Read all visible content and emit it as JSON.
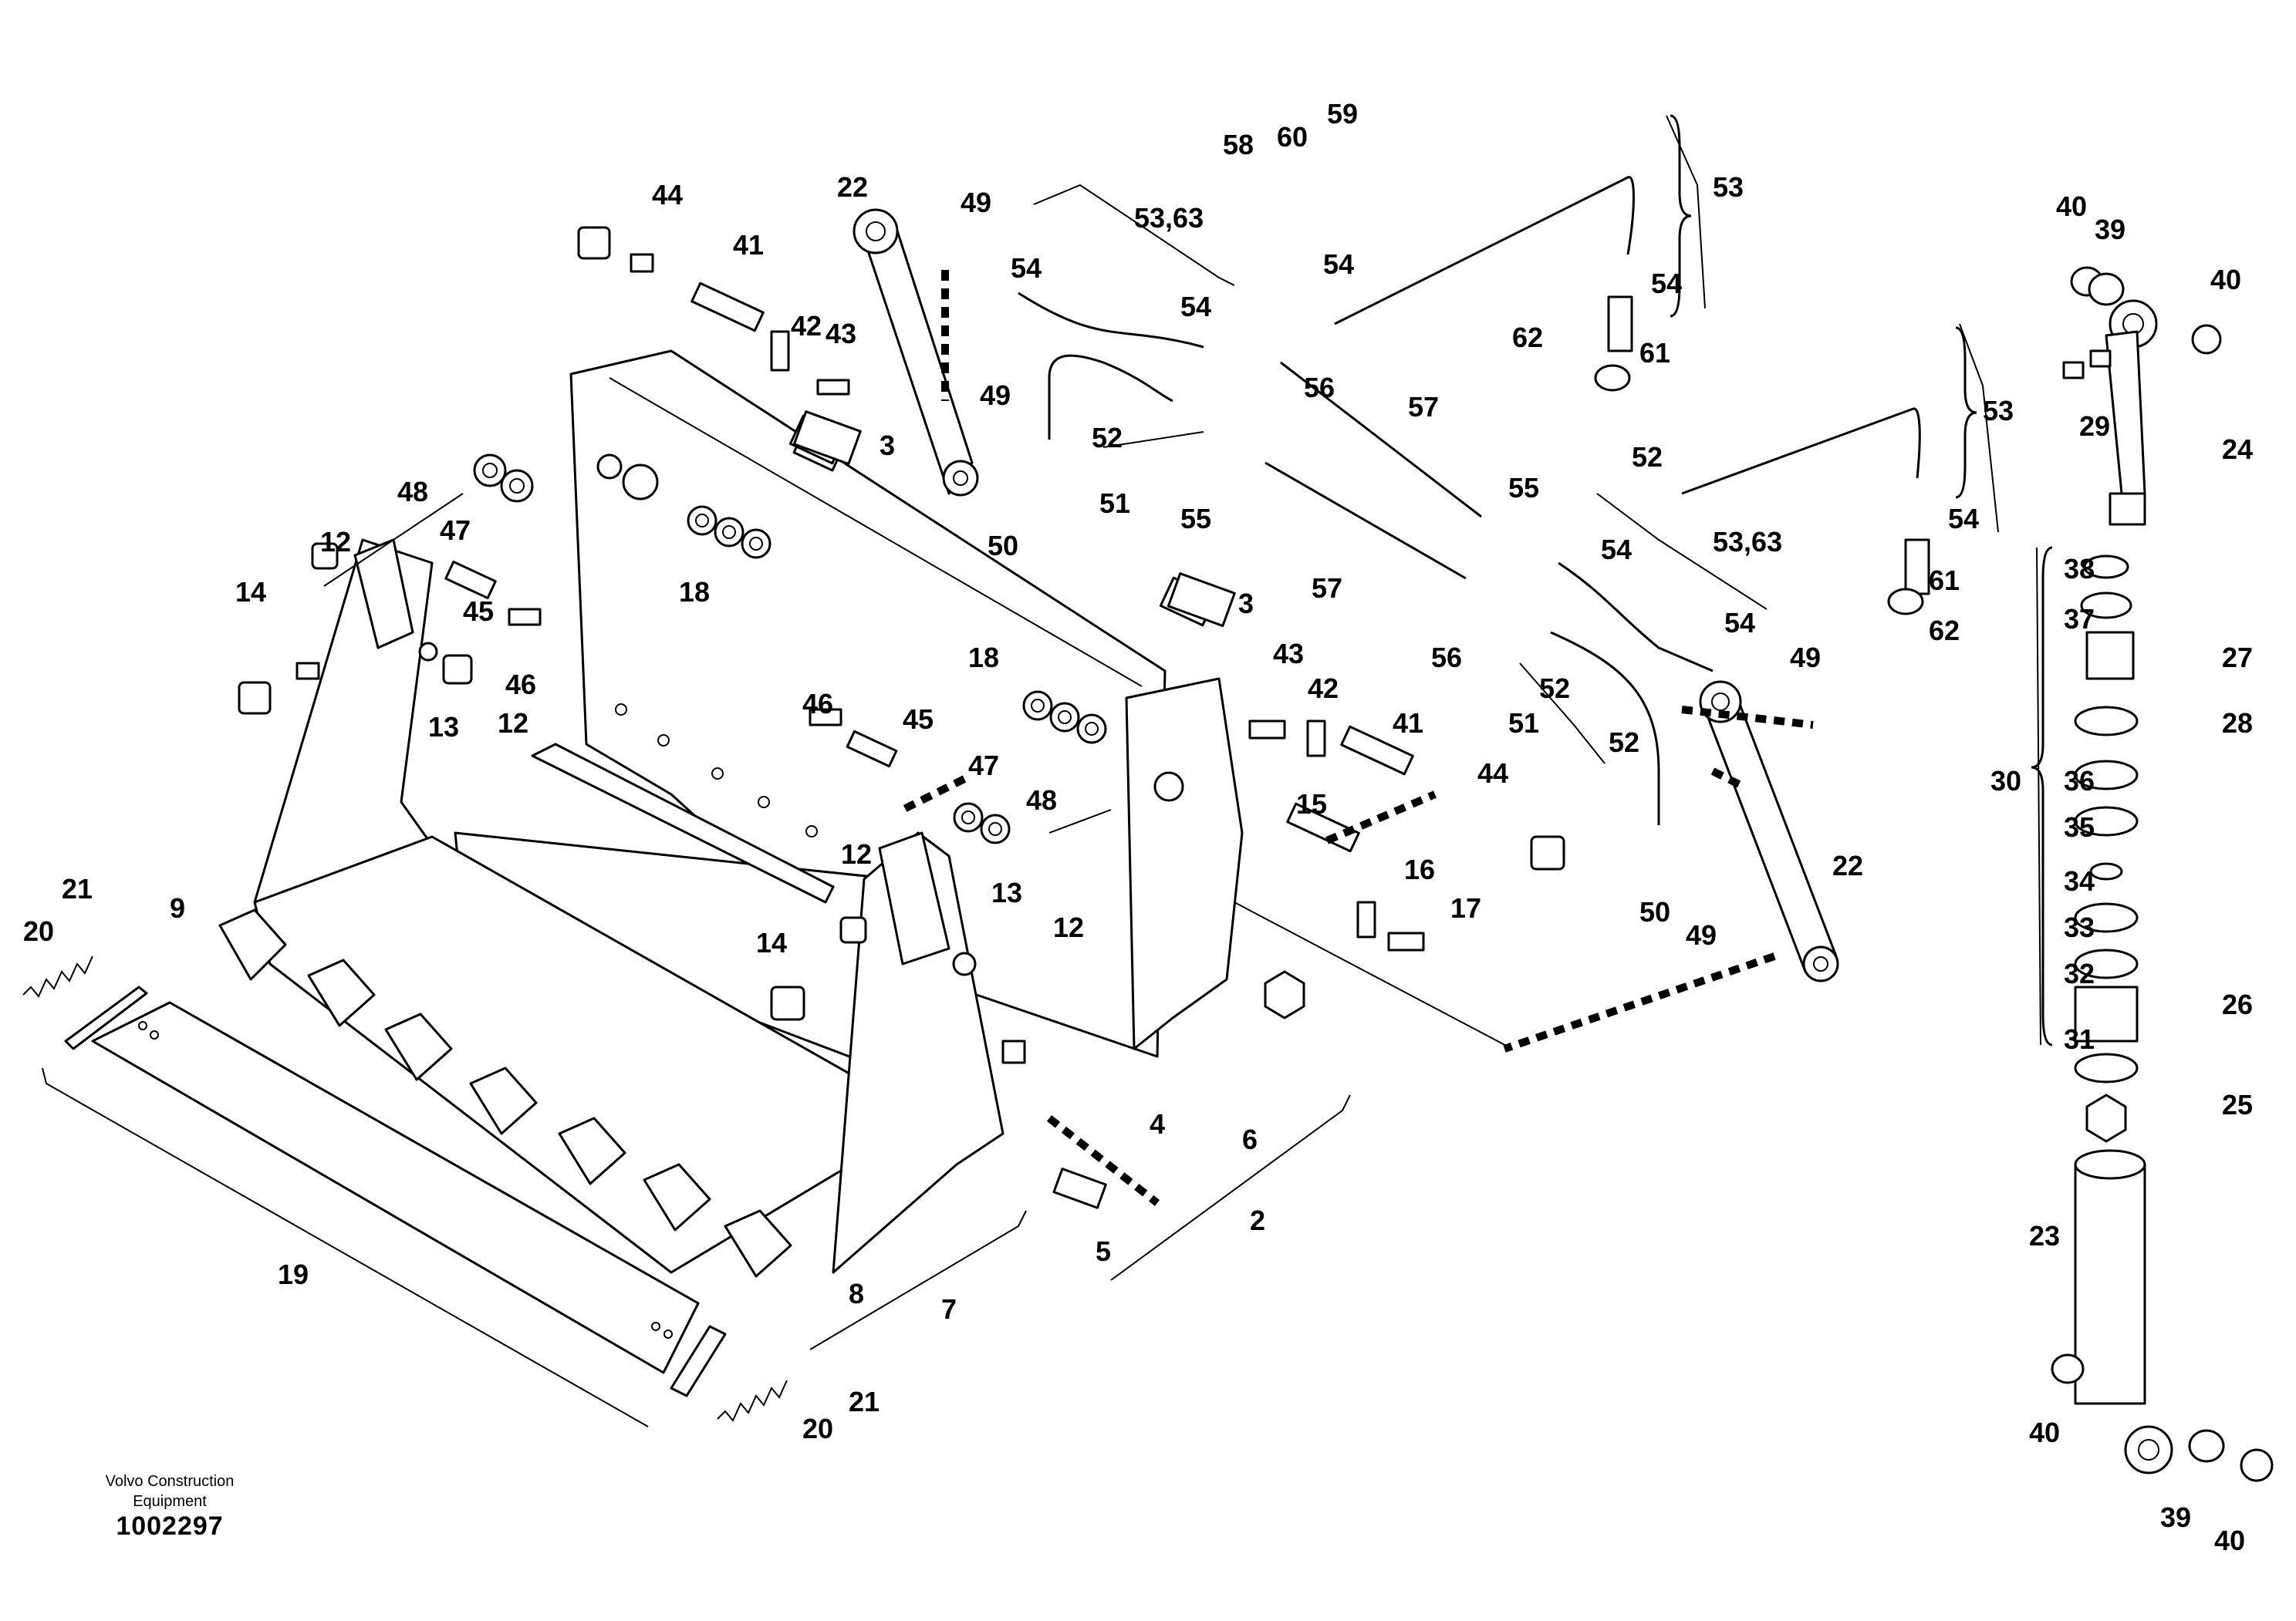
{
  "footer": {
    "company_line1": "Volvo Construction",
    "company_line2": "Equipment",
    "drawing_number": "1002297"
  },
  "callouts": [
    "2",
    "3",
    "3",
    "4",
    "5",
    "6",
    "7",
    "8",
    "9",
    "12",
    "12",
    "12",
    "12",
    "13",
    "13",
    "14",
    "14",
    "15",
    "16",
    "17",
    "18",
    "18",
    "19",
    "20",
    "20",
    "21",
    "21",
    "22",
    "22",
    "23",
    "24",
    "25",
    "26",
    "27",
    "28",
    "29",
    "30",
    "31",
    "32",
    "33",
    "34",
    "35",
    "36",
    "37",
    "38",
    "39",
    "39",
    "40",
    "40",
    "40",
    "40",
    "41",
    "41",
    "42",
    "42",
    "43",
    "43",
    "44",
    "44",
    "45",
    "45",
    "46",
    "46",
    "47",
    "47",
    "48",
    "48",
    "49",
    "49",
    "49",
    "49",
    "50",
    "50",
    "51",
    "51",
    "52",
    "52",
    "52",
    "52",
    "53",
    "53",
    "53,63",
    "53,63",
    "54",
    "54",
    "54",
    "54",
    "54",
    "54",
    "54",
    "55",
    "55",
    "56",
    "56",
    "57",
    "57",
    "58",
    "59",
    "60",
    "61",
    "61",
    "62",
    "62"
  ]
}
